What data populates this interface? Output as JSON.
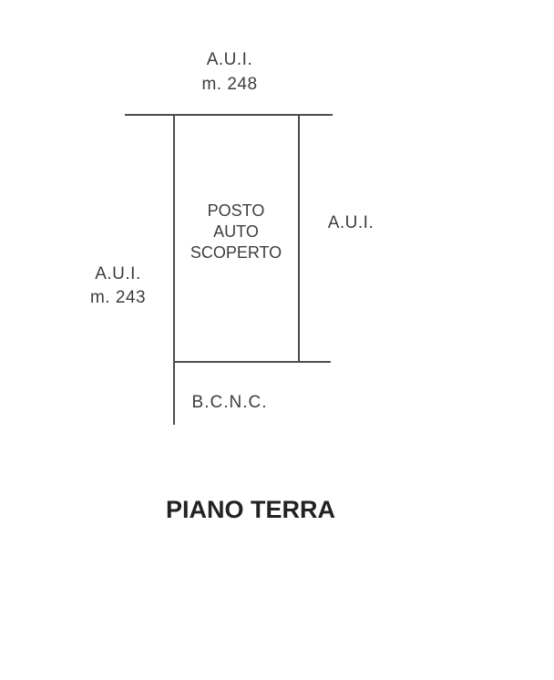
{
  "plan": {
    "top_area": {
      "abbr": "A.U.I.",
      "measure": "m. 248"
    },
    "left_area": {
      "abbr": "A.U.I.",
      "measure": "m. 243"
    },
    "right_area": {
      "abbr": "A.U.I."
    },
    "parking_space": {
      "line1": "POSTO",
      "line2": "AUTO",
      "line3": "SCOPERTO"
    },
    "common_area": {
      "abbr": "B.C.N.C."
    },
    "floor_title": "PIANO TERRA",
    "colors": {
      "background": "#ffffff",
      "line": "#4d4d4d",
      "text": "#3d3d3d"
    }
  }
}
